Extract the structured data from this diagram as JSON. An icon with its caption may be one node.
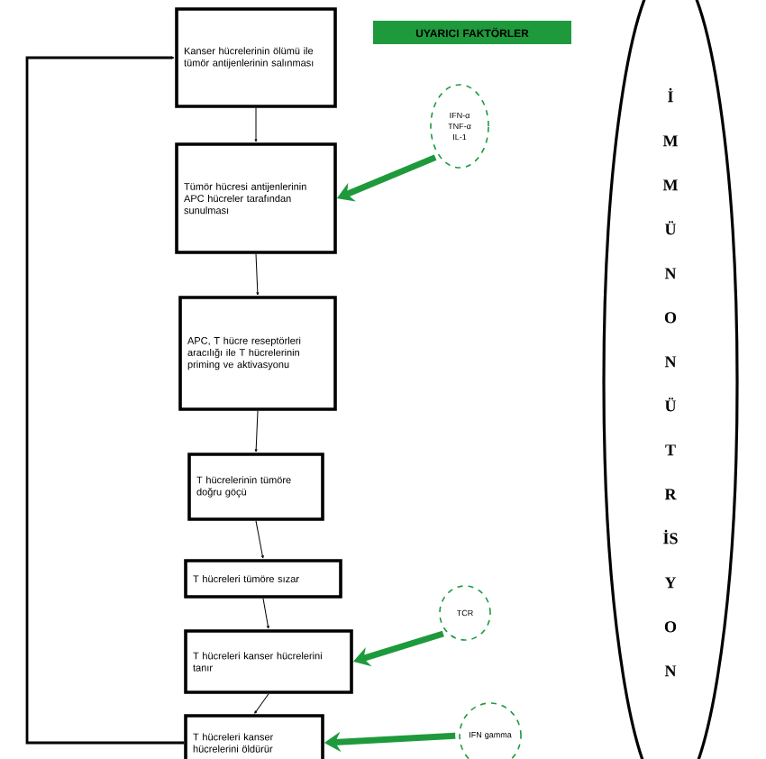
{
  "diagram": {
    "nodes": [
      {
        "text": [
          "Kanser hücrelerinin ölümü ile tümör antijenlerinin salınması"
        ]
      },
      {
        "text": [
          "Tümör hücresi antijenlerinin APC hücreler tarafından sunulması"
        ]
      },
      {
        "text": [
          "APC, T hücre reseptörleri aracılığı ile T hücrelerinin priming ve aktivasyonu"
        ]
      },
      {
        "text": [
          "T hücrelerinin tümöre doğru göçü"
        ]
      },
      {
        "text": [
          "T hücreleri tümöre sızar"
        ]
      },
      {
        "text": [
          "T hücreleri kanser hücrelerini tanır"
        ]
      },
      {
        "text": [
          "T hücreleri kanser hücrelerini öldürür"
        ]
      },
      {
        "text": [
          "UYARICI FAKTÖRLER"
        ]
      },
      {
        "text": [
          "IFN-α TNF-α IL-1"
        ]
      },
      {
        "text": [
          "TCR"
        ]
      },
      {
        "text": [
          "IFN gamma"
        ]
      },
      {
        "text": [
          "İMMÜNONÜTRİSYON"
        ]
      }
    ],
    "edges": [
      {
        "from": 0,
        "to": 1,
        "arrow": "to"
      },
      {
        "from": 1,
        "to": 2,
        "arrow": "to"
      },
      {
        "from": 2,
        "to": 3,
        "arrow": "to"
      },
      {
        "from": 3,
        "to": 4,
        "arrow": "to"
      },
      {
        "from": 4,
        "to": 5,
        "arrow": "to"
      },
      {
        "from": 5,
        "to": 6,
        "arrow": "to"
      },
      {
        "from": 6,
        "to": 0,
        "arrow": "to"
      },
      {
        "from": 8,
        "to": 1,
        "arrow": "to",
        "style": "thick",
        "color": "#1e9a3c"
      },
      {
        "from": 9,
        "to": 5,
        "arrow": "to",
        "style": "thick",
        "color": "#1e9a3c"
      },
      {
        "from": 10,
        "to": 6,
        "arrow": "to",
        "style": "thick",
        "color": "#1e9a3c"
      }
    ]
  }
}
